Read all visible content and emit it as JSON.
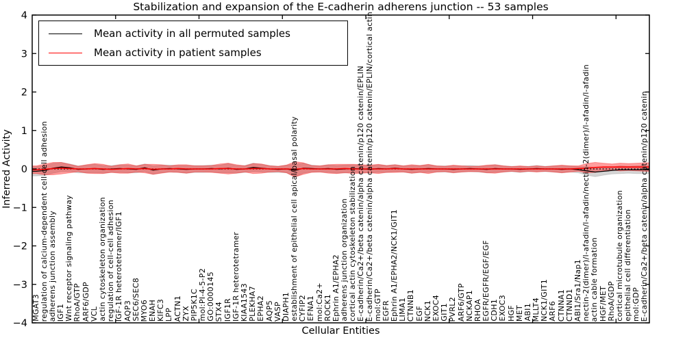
{
  "chart_data": {
    "type": "line",
    "title": "Stabilization and expansion of the E-cadherin adherens junction -- 53 samples",
    "xlabel": "Cellular Entities",
    "ylabel": "Inferred Activity",
    "ylim": [
      -4,
      4
    ],
    "yticks": [
      4,
      3,
      2,
      1,
      0,
      -1,
      -2,
      -3,
      -4
    ],
    "x_major_tick_every": 10,
    "grid": false,
    "legend_position": "upper left",
    "zero_line": {
      "y": 0,
      "style": "dashed",
      "color": "#000000"
    },
    "categories": [
      "MGAT3",
      "regulation of calcium-dependent cell-cell adhesion",
      "adherens junction assembly",
      "IGF1",
      "Wnt receptor signaling pathway",
      "RhoA/GTP",
      "ARF6/GDP",
      "VCL",
      "actin cytoskeleton organization",
      "regulation of cell-cell adhesion",
      "IGF-1R heterotetramer/IGF1",
      "AQP3",
      "SEC6/SEC8",
      "MYO6",
      "ENAH",
      "KIFC3",
      "LPP",
      "ACTN1",
      "ZYX",
      "PIP5K1C",
      "mol:PI-4-5-P2",
      "GO:0000145",
      "STX4",
      "IGF1R",
      "IGF-1R heterotetramer",
      "KIAA1543",
      "PLEKHA7",
      "EPHA2",
      "AQP5",
      "VASP",
      "DIAPH1",
      "establishment of epithelial cell apical/basal polarity",
      "CYFIP2",
      "EFNA1",
      "mol:Ca2+",
      "ROCK1",
      "Ephrin A1/EPHA2",
      "adherens junction organization",
      "cortical actin cytoskeleton stabilization",
      "E-cadherin/Ca2+/beta catenin/alpha catenin/p120 catenin/EPLIN",
      "E-cadherin/Ca2+/beta catenin/alpha catenin/p120 catenin/EPLIN/cortical actin",
      "mol:GTP",
      "EGFR",
      "Ephrin A1/EPHA2/NCK1/GIT1",
      "LIMA1",
      "CTNNB1",
      "EGF",
      "NCK1",
      "EXOC4",
      "GIT1",
      "PVRL2",
      "ARF6/GTP",
      "NCKAP1",
      "RHOA",
      "EGFR/EGFR/EGF/EGF",
      "CDH1",
      "EXOC3",
      "HGF",
      "MET",
      "ABI1",
      "MLLT4",
      "NCK1/GIT1",
      "ARF6",
      "CTNNA1",
      "CTNND1",
      "ABI1/Sra1/Nap1",
      "nectin-2(dimer)/l-afadin/l-afadin/nectin-2(dimer)/l-afadin/l-afadin",
      "actin cable formation",
      "HGF/MET",
      "RhoA/GDP",
      "cortical microtubule organization",
      "epithelial cell differentiation",
      "mol:GDP",
      "E-cadherin/Ca2+/beta catenin/alpha catenin/p120 catenin"
    ],
    "series": [
      {
        "name": "Mean activity in all permuted samples",
        "color": "#000000",
        "band_color": "#888888",
        "band_opacity": 0.35,
        "values": [
          -0.06,
          -0.04,
          0.02,
          0.05,
          0.03,
          -0.01,
          0,
          0.01,
          -0.01,
          0,
          0.01,
          0,
          -0.01,
          0.03,
          -0.03,
          0,
          0.01,
          0,
          -0.01,
          0,
          0,
          0.01,
          0,
          0.02,
          -0.01,
          0,
          0.04,
          0.02,
          0,
          -0.01,
          0,
          -0.04,
          0.02,
          0.01,
          0,
          0.01,
          -0.01,
          0,
          0.01,
          0,
          -0.01,
          0.01,
          0,
          0.02,
          0,
          -0.01,
          0,
          0.01,
          0,
          0,
          -0.01,
          0,
          0.01,
          0,
          -0.01,
          0.01,
          0,
          0,
          -0.01,
          0,
          0.01,
          0,
          0,
          -0.01,
          0,
          -0.02,
          -0.05,
          -0.08,
          -0.06,
          -0.04,
          -0.02,
          -0.02,
          -0.02,
          -0.02
        ],
        "band_halfwidth": [
          0.12,
          0.13,
          0.13,
          0.12,
          0.1,
          0.09,
          0.1,
          0.11,
          0.1,
          0.09,
          0.1,
          0.1,
          0.09,
          0.1,
          0.11,
          0.1,
          0.09,
          0.09,
          0.1,
          0.09,
          0.09,
          0.09,
          0.1,
          0.12,
          0.1,
          0.09,
          0.11,
          0.1,
          0.09,
          0.08,
          0.1,
          0.17,
          0.13,
          0.09,
          0.08,
          0.1,
          0.1,
          0.1,
          0.1,
          0.1,
          0.09,
          0.1,
          0.09,
          0.09,
          0.08,
          0.1,
          0.09,
          0.1,
          0.08,
          0.08,
          0.09,
          0.08,
          0.08,
          0.08,
          0.09,
          0.1,
          0.08,
          0.07,
          0.08,
          0.07,
          0.08,
          0.07,
          0.08,
          0.09,
          0.08,
          0.08,
          0.11,
          0.12,
          0.1,
          0.09,
          0.1,
          0.09,
          0.1,
          0.1
        ]
      },
      {
        "name": "Mean activity in patient samples",
        "color": "#ff0000",
        "band_color": "#ff0000",
        "band_opacity": 0.38,
        "values": [
          -0.02,
          -0.01,
          0.01,
          0.02,
          0.01,
          0,
          0,
          0.01,
          0,
          -0.01,
          0,
          0.01,
          0,
          0.01,
          -0.01,
          0,
          0,
          0.01,
          0,
          0,
          0,
          0,
          0.01,
          0.01,
          0,
          0,
          0.01,
          0.01,
          0,
          0,
          0,
          -0.01,
          0.01,
          0,
          0,
          0,
          0,
          0.01,
          0,
          0,
          0,
          0,
          0,
          0.01,
          0,
          0,
          0,
          0,
          0,
          0,
          0,
          0,
          0,
          0,
          0,
          0,
          0,
          0,
          0,
          0,
          0,
          0,
          0,
          0,
          0,
          0.01,
          0.02,
          0.04,
          0.05,
          0.05,
          0.05,
          0.05,
          0.05,
          0.05
        ],
        "band_halfwidth": [
          0.1,
          0.14,
          0.16,
          0.15,
          0.11,
          0.07,
          0.11,
          0.13,
          0.12,
          0.08,
          0.11,
          0.12,
          0.08,
          0.11,
          0.13,
          0.11,
          0.08,
          0.1,
          0.11,
          0.08,
          0.08,
          0.09,
          0.12,
          0.14,
          0.11,
          0.08,
          0.13,
          0.12,
          0.08,
          0.07,
          0.1,
          0.2,
          0.15,
          0.09,
          0.08,
          0.11,
          0.12,
          0.11,
          0.12,
          0.11,
          0.1,
          0.12,
          0.09,
          0.1,
          0.08,
          0.11,
          0.09,
          0.12,
          0.08,
          0.07,
          0.1,
          0.08,
          0.07,
          0.07,
          0.1,
          0.11,
          0.08,
          0.06,
          0.08,
          0.06,
          0.08,
          0.06,
          0.08,
          0.1,
          0.08,
          0.07,
          0.12,
          0.13,
          0.1,
          0.08,
          0.1,
          0.09,
          0.1,
          0.11
        ]
      }
    ]
  }
}
